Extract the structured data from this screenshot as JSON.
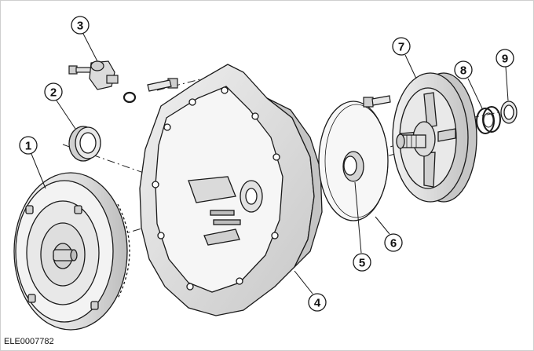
{
  "diagram": {
    "callouts": [
      {
        "label": "1"
      },
      {
        "label": "2"
      },
      {
        "label": "3"
      },
      {
        "label": "4"
      },
      {
        "label": "5"
      },
      {
        "label": "6"
      },
      {
        "label": "7"
      },
      {
        "label": "8"
      },
      {
        "label": "9"
      }
    ],
    "reference_code": "ELE0007782",
    "line_color": "#1a1a1a",
    "fill_light": "#eeeeee",
    "fill_mid": "#d6d6d6",
    "fill_dark": "#b9b9b9"
  }
}
